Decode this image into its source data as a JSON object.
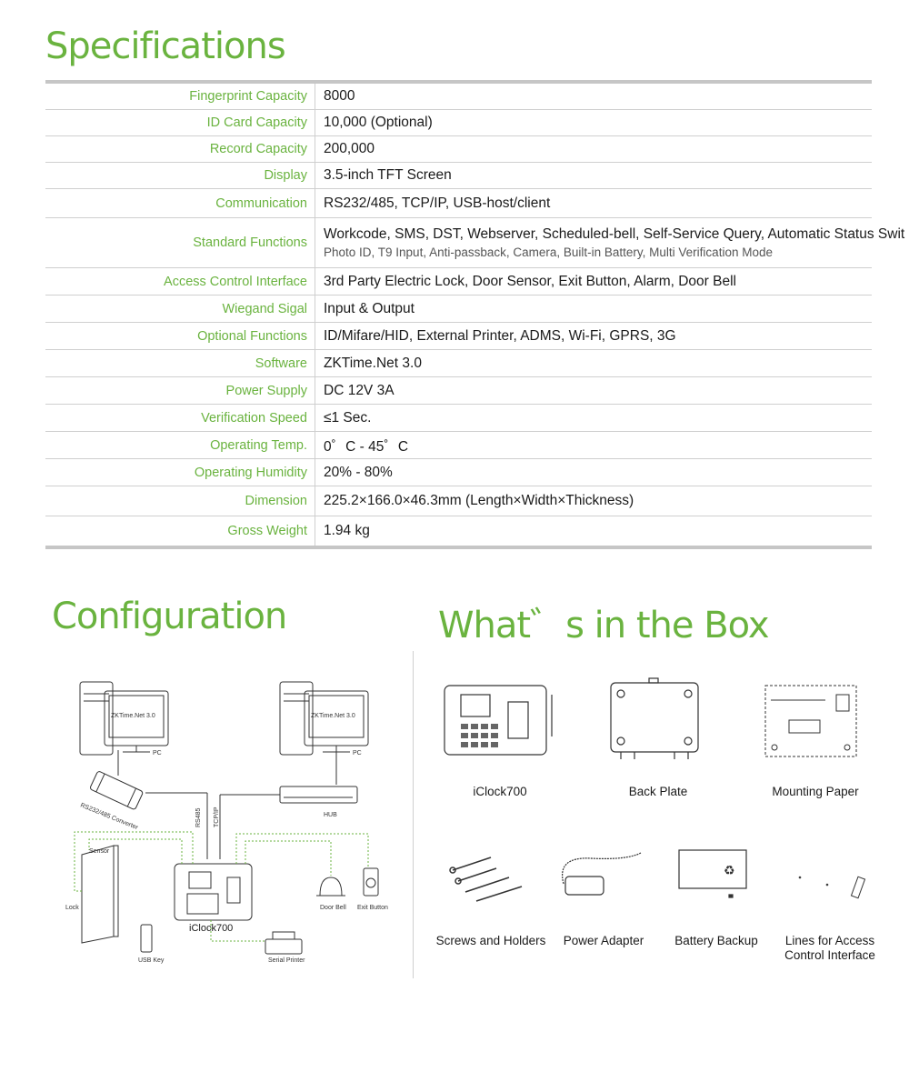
{
  "spec": {
    "title": "Specifications",
    "rows": [
      {
        "label": "Fingerprint Capacity",
        "value": "8000"
      },
      {
        "label": "ID Card Capacity",
        "value": "10,000 (Optional)"
      },
      {
        "label": "Record Capacity",
        "value": "200,000"
      },
      {
        "label": "Display",
        "value": "3.5-inch TFT Screen"
      },
      {
        "label": "Communication",
        "value": "RS232/485, TCP/IP, USB-host/client"
      },
      {
        "label": "Standard Functions",
        "value": "Workcode, SMS, DST, Webserver, Scheduled-bell, Self-Service Query, Automatic Status Swit",
        "sub": "Photo ID, T9 Input, Anti-passback, Camera, Built-in Battery, Multi Verification Mode"
      },
      {
        "label": "Access Control Interface",
        "value": "3rd Party Electric Lock, Door Sensor, Exit Button, Alarm, Door Bell"
      },
      {
        "label": "Wiegand Sigal",
        "value": "Input & Output"
      },
      {
        "label": "Optional Functions",
        "value": "ID/Mifare/HID, External Printer, ADMS, Wi-Fi, GPRS, 3G"
      },
      {
        "label": "Software",
        "value": "ZKTime.Net 3.0"
      },
      {
        "label": "Power Supply",
        "value": "DC 12V 3A"
      },
      {
        "label": "Verification Speed",
        "value": "≤1 Sec."
      },
      {
        "label": "Operating Temp.",
        "value": "0゜C - 45゜C"
      },
      {
        "label": "Operating Humidity",
        "value": "20% - 80%"
      },
      {
        "label": "Dimension",
        "value": "225.2×166.0×46.3mm (Length×Width×Thickness)"
      },
      {
        "label": "Gross Weight",
        "value": "1.94 kg"
      }
    ]
  },
  "config": {
    "title": "Configuration",
    "labels": {
      "pc_left_screen": "ZKTime.Net 3.0",
      "pc_right_screen": "ZKTime.Net 3.0",
      "pc_left": "PC",
      "pc_right": "PC",
      "converter": "RS232/485 Converter",
      "hub": "HUB",
      "rs485": "RS485",
      "tcpip": "TCP/IP",
      "sensor": "Sensor",
      "lock": "Lock",
      "device": "iClock700",
      "usb": "USB Key",
      "printer": "Serial Printer",
      "door_bell": "Door Bell",
      "exit_button": "Exit Button"
    }
  },
  "box": {
    "title": "What゛s in the Box",
    "items": [
      {
        "caption": "iClock700"
      },
      {
        "caption": "Back Plate"
      },
      {
        "caption": "Mounting Paper"
      },
      {
        "caption": "Screws and Holders"
      },
      {
        "caption": "Power Adapter"
      },
      {
        "caption": "Battery Backup"
      },
      {
        "caption": "Lines for Access Control Interface"
      }
    ]
  },
  "colors": {
    "accent": "#6ab33f",
    "rule": "#c6c6c6",
    "line": "#1a1a1a"
  }
}
